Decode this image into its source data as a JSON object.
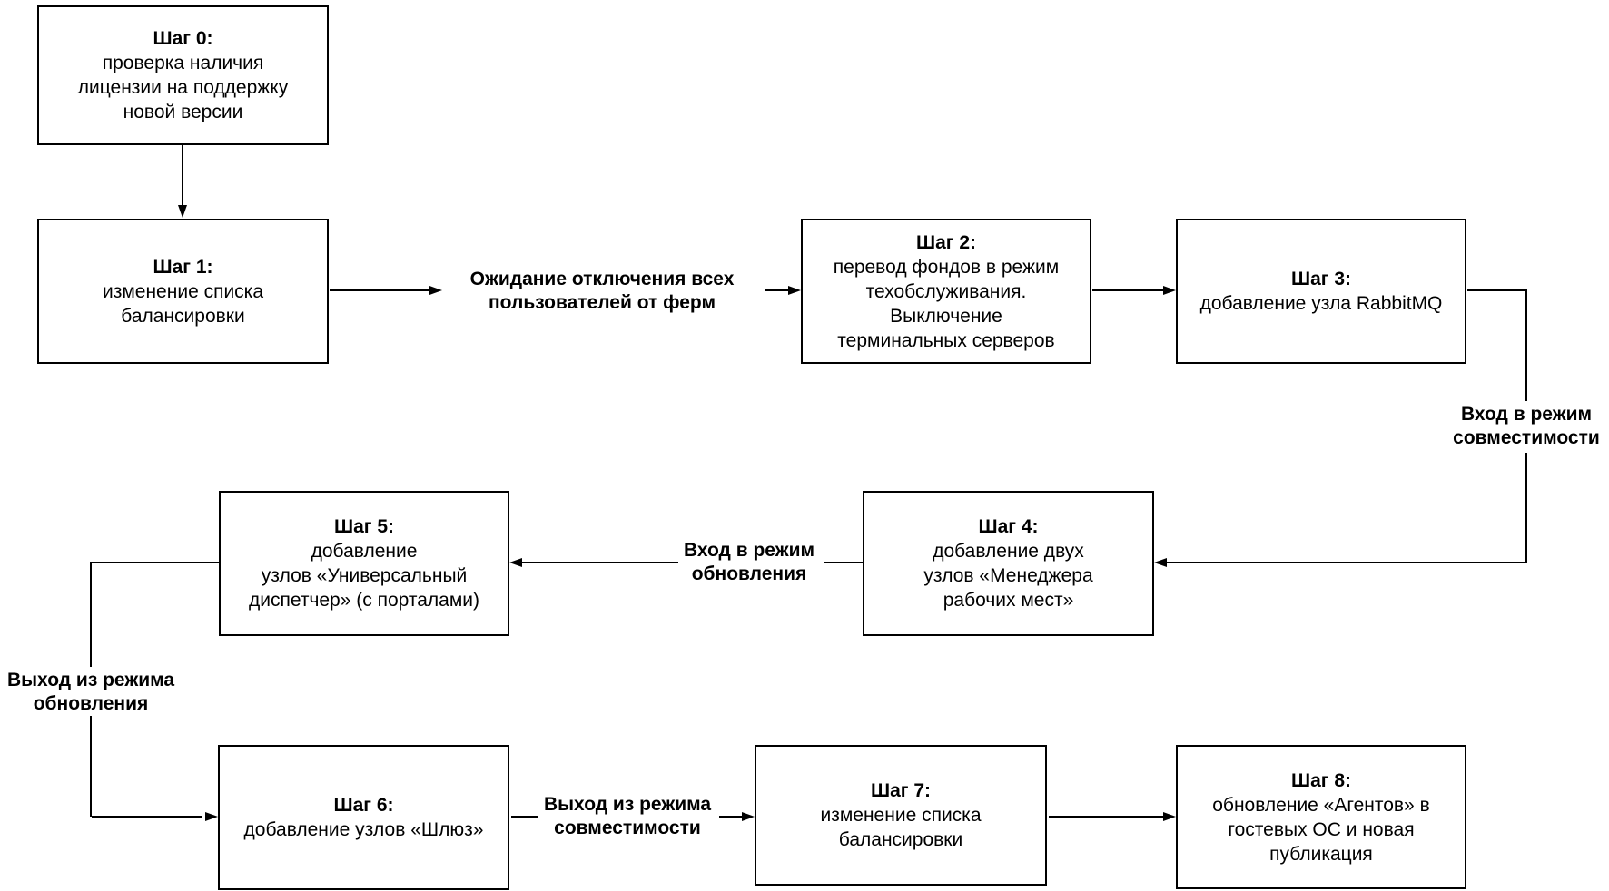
{
  "diagram_type": "flowchart",
  "colors": {
    "background": "#ffffff",
    "node_fill": "#ffffff",
    "stroke": "#000000",
    "text": "#000000"
  },
  "nodes": {
    "step0": {
      "title": "Шаг 0:",
      "body": "проверка наличия\nлицензии на поддержку\nновой версии"
    },
    "step1": {
      "title": "Шаг 1:",
      "body": "изменение списка\nбалансировки"
    },
    "step2": {
      "title": "Шаг 2:",
      "body": "перевод фондов в режим\nтехобслуживания.\nВыключение\nтерминальных серверов"
    },
    "step3": {
      "title": "Шаг 3:",
      "body": "добавление узла RabbitMQ"
    },
    "step4": {
      "title": "Шаг 4:",
      "body": "добавление двух\nузлов «Менеджера\nрабочих мест»"
    },
    "step5": {
      "title": "Шаг 5:",
      "body": "добавление\nузлов «Универсальный\nдиспетчер» (с порталами)"
    },
    "step6": {
      "title": "Шаг 6:",
      "body": "добавление узлов «Шлюз»"
    },
    "step7": {
      "title": "Шаг 7:",
      "body": "изменение списка\nбалансировки"
    },
    "step8": {
      "title": "Шаг 8:",
      "body": "обновление «Агентов» в\nгостевых ОС и новая\nпубликация"
    }
  },
  "edges": [
    {
      "from": "Шаг 0",
      "to": "Шаг 1",
      "label": ""
    },
    {
      "from": "Шаг 1",
      "to": "Шаг 2",
      "label": "Ожидание отключения всех\nпользователей от ферм"
    },
    {
      "from": "Шаг 2",
      "to": "Шаг 3",
      "label": ""
    },
    {
      "from": "Шаг 3",
      "to": "Шаг 4",
      "label": "Вход в режим\nсовместимости"
    },
    {
      "from": "Шаг 4",
      "to": "Шаг 5",
      "label": "Вход в режим\nобновления"
    },
    {
      "from": "Шаг 5",
      "to": "Шаг 6",
      "label": "Выход из режима\nобновления"
    },
    {
      "from": "Шаг 6",
      "to": "Шаг 7",
      "label": "Выход из режима\nсовместимости"
    },
    {
      "from": "Шаг 7",
      "to": "Шаг 8",
      "label": ""
    }
  ]
}
